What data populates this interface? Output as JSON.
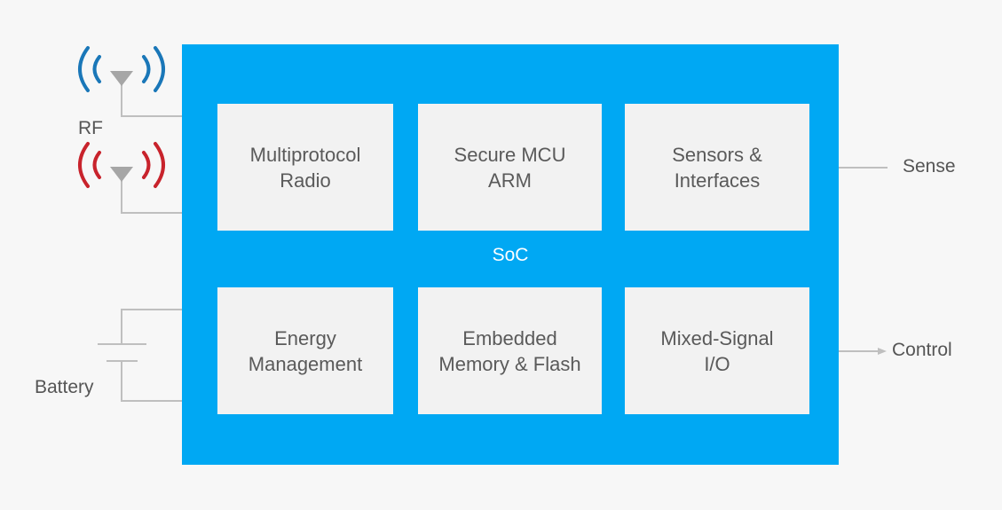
{
  "soc_label": "SoC",
  "blocks": {
    "radio": "Multiprotocol\nRadio",
    "mcu": "Secure MCU\nARM",
    "sensors": "Sensors &\nInterfaces",
    "energy": "Energy\nManagement",
    "memory": "Embedded\nMemory & Flash",
    "io": "Mixed-Signal\nI/O"
  },
  "external": {
    "rf": "RF",
    "sense": "Sense",
    "control": "Control",
    "battery": "Battery"
  },
  "colors": {
    "soc_blue": "#00a8f3",
    "block_fill": "#f2f2f2",
    "rf_blue": "#1a77b8",
    "rf_red": "#c8232c",
    "line_gray": "#bfbfbf"
  }
}
